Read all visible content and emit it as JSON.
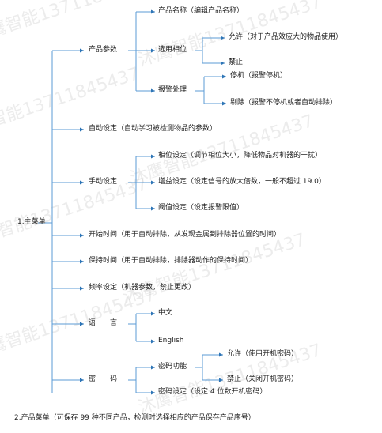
{
  "colors": {
    "branch_line": "#5b9bd5",
    "arrow": "#2e75b6",
    "text": "#222222",
    "watermark": "#c9c9c9"
  },
  "watermark": {
    "text": "沐鹰智能13711845437"
  },
  "root": {
    "label": "1.主菜单"
  },
  "menu": {
    "product_params": {
      "label": "产品参数",
      "name": "产品名称（编辑产品名称）",
      "phase_select": {
        "label": "选用相位",
        "allow": "允许（对于产品效应大的物品使用）",
        "forbid": "禁止"
      },
      "alarm": {
        "label": "报警处理",
        "stop": "停机（报警停机）",
        "reject": "剔除（报警不停机或者自动排除）"
      }
    },
    "auto_set": "自动设定（自动学习被检测物品的参数）",
    "manual_set": {
      "label": "手动设定",
      "phase": "相位设定（调节相位大小，降低物品对机器的干扰）",
      "gain": "增益设定（设定信号的放大倍数，一般不超过 19.0）",
      "threshold": "阈值设定（设定报警限值）"
    },
    "start_time": "开始时间（用于自动排除，从发现金属到排除器位置的时间）",
    "hold_time": "保持时间（用于自动排除，排除器动作的保持时间）",
    "frequency": "频率设定（机器参数，禁止更改）",
    "language": {
      "label": "语　　言",
      "chinese": "中文",
      "english": "English"
    },
    "password": {
      "label": "密　　码",
      "function": {
        "label": "密码功能",
        "allow": "允许（使用开机密码）",
        "forbid": "禁止（关闭开机密码）"
      },
      "set": "密码设定（设定 4 位数开机密码）"
    }
  },
  "product_menu": {
    "label": "2.产品菜单（可保存 99 种不同产品，检测时选择相应的产品保存产品序号）"
  }
}
